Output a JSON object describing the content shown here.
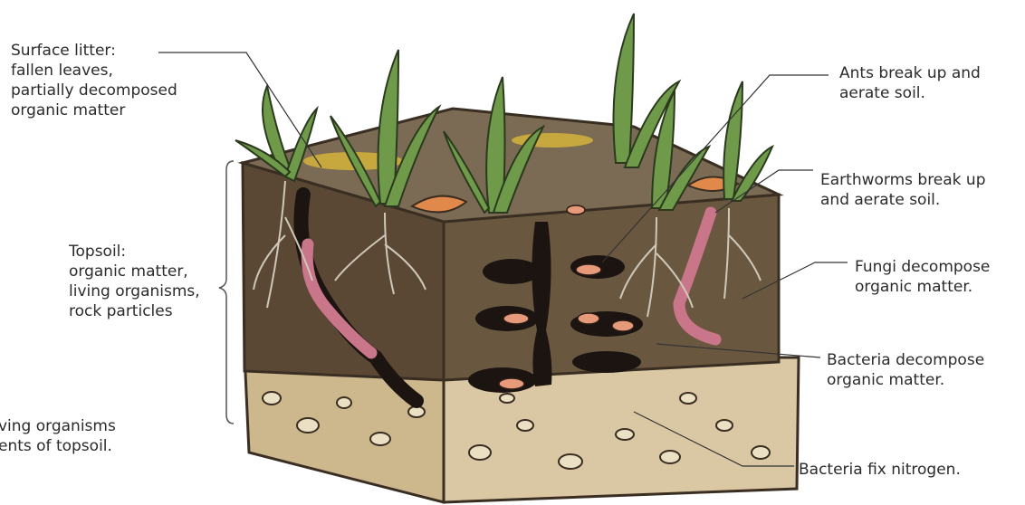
{
  "labels": {
    "surface_litter": "Surface litter:\nfallen leaves,\npartially decomposed\norganic matter",
    "topsoil": "Topsoil:\norganic matter,\nliving organisms,\nrock particles",
    "caption": "ving organisms\nents of topsoil.",
    "ants": "Ants break up and\naerate soil.",
    "earthworms": "Earthworms break up\nand aerate soil.",
    "fungi": "Fungi decompose\norganic matter.",
    "bacteria_decompose": "Bacteria decompose\norganic matter.",
    "bacteria_fix": "Bacteria fix nitrogen."
  },
  "colors": {
    "topsoil": "#5b4a36",
    "topsoil_dark": "#3f3224",
    "surface": "#7a6a52",
    "subsoil": "#d8c6a0",
    "grass": "#6f9a4a",
    "worm": "#c9758a",
    "leaf": "#e08a4a",
    "litter": "#c8a840",
    "tunnel": "#1b1411"
  }
}
